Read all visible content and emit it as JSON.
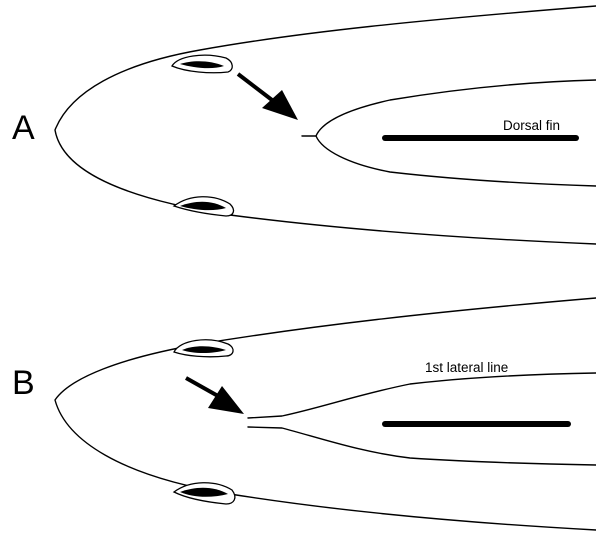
{
  "panels": [
    {
      "letter": "A",
      "label": "Dorsal fin"
    },
    {
      "letter": "B",
      "label": "1st lateral line"
    }
  ],
  "colors": {
    "stroke": "#000000",
    "background": "#ffffff"
  }
}
